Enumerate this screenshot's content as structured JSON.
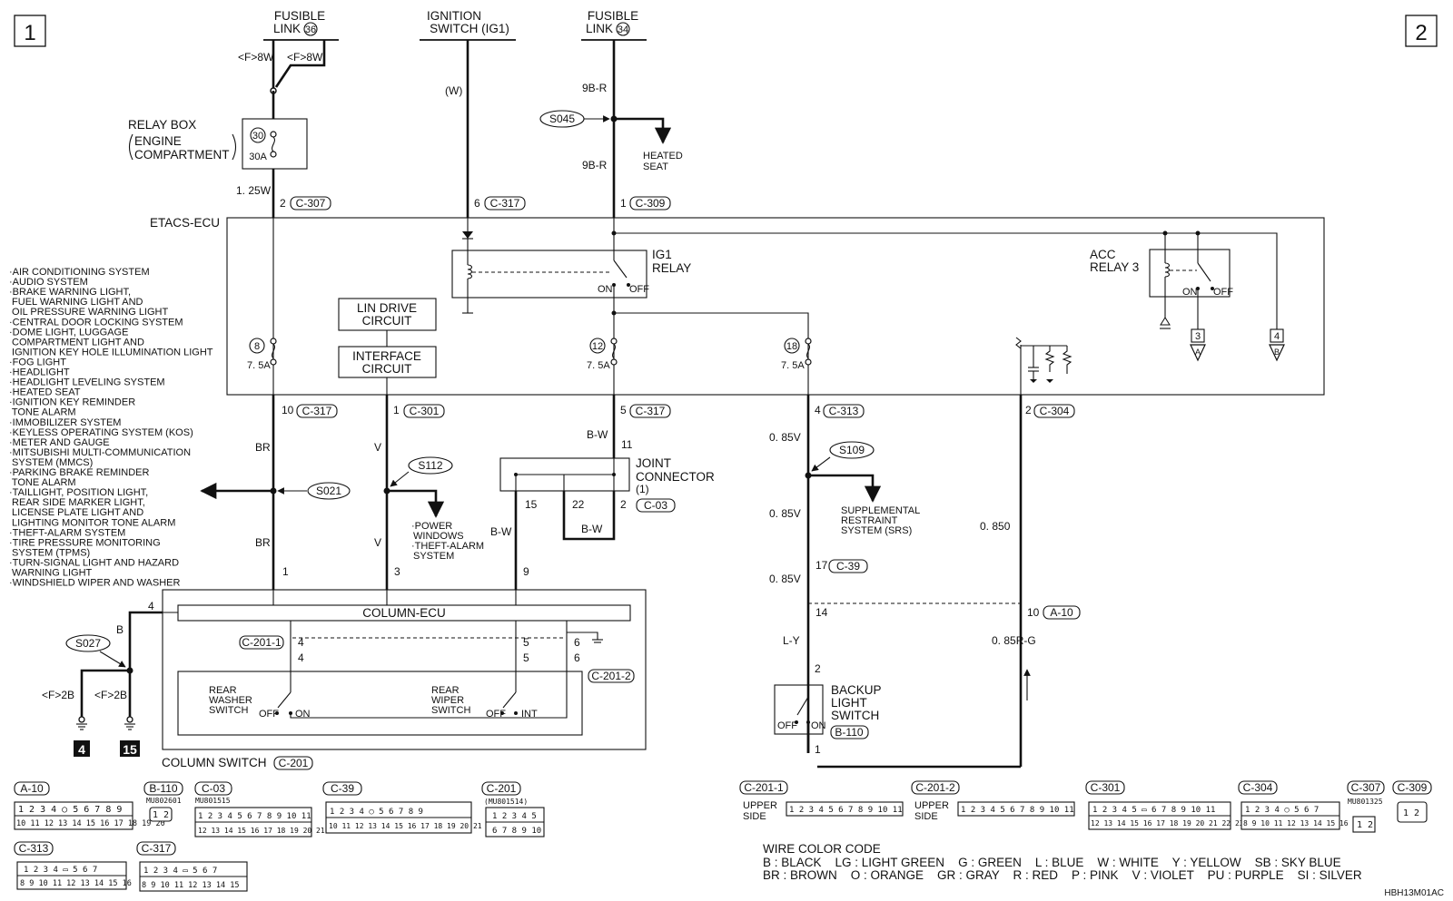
{
  "page_markers": {
    "left": "1",
    "right": "2"
  },
  "sources": {
    "fusible_link_36": {
      "line1": "FUSIBLE",
      "line2": "LINK",
      "num": "36"
    },
    "ignition_switch": {
      "line1": "IGNITION",
      "line2": "SWITCH (IG1)"
    },
    "fusible_link_34": {
      "line1": "FUSIBLE",
      "line2": "LINK",
      "num": "34"
    }
  },
  "wire_labels": {
    "f8w_left": "<F>8W",
    "f8w_right": "<F>8W",
    "w_ign": "(W)",
    "w9br_top": "9B-R",
    "w9br_bottom": "9B-R",
    "w125": "1. 25W",
    "br_1": "BR",
    "br_2": "BR",
    "v_1": "V",
    "v_2": "V",
    "bw_1": "B-W",
    "bw_2": "B-W",
    "bw_3": "B-W",
    "v085_1": "0. 85V",
    "v085_2": "0. 85V",
    "v085_3": "0. 85V",
    "o085": "0. 850",
    "ly": "L-Y",
    "rg085": "0. 85R-G",
    "b": "B",
    "f2b_left": "<F>2B",
    "f2b_right": "<F>2B"
  },
  "splices": {
    "s045": "S045",
    "s021": "S021",
    "s112": "S112",
    "s109": "S109",
    "s027": "S027"
  },
  "relay_box": {
    "line1": "RELAY BOX",
    "line2": "ENGINE",
    "line3": "COMPARTMENT",
    "fuse_num": "30",
    "fuse_amp": "30A"
  },
  "heated_seat": {
    "line1": "HEATED",
    "line2": "SEAT"
  },
  "etacs": {
    "title": "ETACS-ECU",
    "ig1_relay": {
      "line1": "IG1",
      "line2": "RELAY",
      "on": "ON",
      "off": "OFF"
    },
    "acc_relay": {
      "line1": "ACC",
      "line2": "RELAY 3",
      "on": "ON",
      "off": "OFF"
    },
    "lin_drive": {
      "line1": "LIN DRIVE",
      "line2": "CIRCUIT"
    },
    "interface": {
      "line1": "INTERFACE",
      "line2": "CIRCUIT"
    },
    "fuse8": {
      "num": "8",
      "amp": "7. 5A"
    },
    "fuse12": {
      "num": "12",
      "amp": "7. 5A"
    },
    "fuse18": {
      "num": "18",
      "amp": "7. 5A"
    },
    "to3": {
      "num": "3",
      "letter": "A"
    },
    "to4": {
      "num": "4",
      "letter": "B"
    }
  },
  "pins": {
    "c307": {
      "pin": "2",
      "conn": "C-307"
    },
    "c317_top": {
      "pin": "6",
      "conn": "C-317"
    },
    "c309": {
      "pin": "1",
      "conn": "C-309"
    },
    "c317_a": {
      "pin": "10",
      "conn": "C-317"
    },
    "c301": {
      "pin": "1",
      "conn": "C-301"
    },
    "c317_b": {
      "pin": "5",
      "conn": "C-317"
    },
    "c313": {
      "pin": "4",
      "conn": "C-313"
    },
    "c304": {
      "pin": "2",
      "conn": "C-304"
    },
    "jc_11": "11",
    "jc_15": "15",
    "jc_22": "22",
    "jc_2": "2",
    "c03": "C-03",
    "c39": {
      "pin": "17",
      "conn": "C-39"
    },
    "p14": "14",
    "a10": {
      "pin": "10",
      "conn": "A-10"
    },
    "p1_br": "1",
    "p3_v": "3",
    "p9_bw": "9",
    "p4_b": "4",
    "c2011": "C-201-1",
    "c2012": "C-201-2",
    "p4a": "4",
    "p4b": "4",
    "p5a": "5",
    "p5b": "5",
    "p6a": "6",
    "p6b": "6",
    "p2_bl": "2",
    "p1_bl": "1",
    "b110": "B-110"
  },
  "joint_connector": {
    "line1": "JOINT",
    "line2": "CONNECTOR",
    "line3": "(1)"
  },
  "srs": {
    "line1": "SUPPLEMENTAL",
    "line2": "RESTRAINT",
    "line3": "SYSTEM (SRS)"
  },
  "power_windows": {
    "line1": "·POWER",
    "line2": "WINDOWS",
    "line3": "·THEFT-ALARM",
    "line4": "SYSTEM"
  },
  "systems_list": [
    "·AIR CONDITIONING SYSTEM",
    "·AUDIO SYSTEM",
    "·BRAKE WARNING LIGHT,",
    " FUEL WARNING LIGHT AND",
    " OIL PRESSURE WARNING LIGHT",
    "·CENTRAL DOOR LOCKING SYSTEM",
    "·DOME LIGHT, LUGGAGE",
    " COMPARTMENT LIGHT AND",
    " IGNITION KEY HOLE ILLUMINATION LIGHT",
    "·FOG LIGHT",
    "·HEADLIGHT",
    "·HEADLIGHT LEVELING SYSTEM",
    "·HEATED SEAT",
    "·IGNITION KEY REMINDER",
    " TONE ALARM",
    "·IMMOBILIZER SYSTEM",
    "·KEYLESS OPERATING SYSTEM (KOS)",
    "·METER AND GAUGE",
    "·MITSUBISHI MULTI-COMMUNICATION",
    " SYSTEM (MMCS)",
    "·PARKING BRAKE REMINDER",
    " TONE ALARM",
    "·TAILLIGHT, POSITION LIGHT,",
    " REAR SIDE MARKER LIGHT,",
    " LICENSE PLATE LIGHT AND",
    " LIGHTING MONITOR TONE ALARM",
    "·THEFT-ALARM SYSTEM",
    "·TIRE PRESSURE MONITORING",
    " SYSTEM (TPMS)",
    "·TURN-SIGNAL LIGHT AND HAZARD",
    " WARNING LIGHT",
    "·WINDSHIELD WIPER AND WASHER"
  ],
  "column": {
    "ecu": "COLUMN-ECU",
    "switch_title": "COLUMN SWITCH",
    "switch_conn": "C-201",
    "washer": {
      "line1": "REAR",
      "line2": "WASHER",
      "line3": "SWITCH",
      "off": "OFF",
      "on": "ON"
    },
    "wiper": {
      "line1": "REAR",
      "line2": "WIPER",
      "line3": "SWITCH",
      "off": "OFF",
      "int": "INT"
    }
  },
  "grounds": {
    "g4": "4",
    "g15": "15"
  },
  "backup": {
    "line1": "BACKUP",
    "line2": "LIGHT",
    "line3": "SWITCH",
    "off": "OFF",
    "on": "ON"
  },
  "connectors": {
    "a10": {
      "name": "A-10",
      "row1": "1 2 3 4 ○ 5 6 7 8 9",
      "row2": "10 11 12 13 14 15 16 17 18 19 20"
    },
    "b110": {
      "name": "B-110",
      "part": "MU802601",
      "row1": "1 2"
    },
    "c03": {
      "name": "C-03",
      "part": "MU801515",
      "row1": "1 2 3 4 5 6 7 8 9 10 11",
      "row2": "12 13 14 15 16 17 18 19 20 21 22"
    },
    "c39": {
      "name": "C-39",
      "row1": "1 2 3 4 ○ 5 6 7 8 9",
      "row2": "10 11 12 13 14 15 16 17 18 19 20 21 22"
    },
    "c201": {
      "name": "C-201",
      "part": "(MU801514)",
      "row1": "1 2 3 4 5",
      "row2": "6 7 8 9 10"
    },
    "c313": {
      "name": "C-313",
      "row1": "1 2 3 4 ▭ 5 6 7",
      "row2": "8 9 10 11 12 13 14 15 16"
    },
    "c317": {
      "name": "C-317",
      "row1": "1 2 3 4 ▭ 5 6 7",
      "row2": "8 9 10 11 12 13 14 15"
    },
    "c2011": {
      "name": "C-201-1",
      "side1": "UPPER",
      "side2": "SIDE",
      "row1": "1 2 3 4 5 6 7 8 9 10 11"
    },
    "c2012": {
      "name": "C-201-2",
      "side1": "UPPER",
      "side2": "SIDE",
      "row1": "1 2 3 4 5 6 7 8 9 10 11"
    },
    "c301": {
      "name": "C-301",
      "row1": "1 2 3 4 5 ▭ 6 7 8 9 10 11",
      "row2": "12 13 14 15 16 17 18 19 20 21 22 23 24"
    },
    "c304": {
      "name": "C-304",
      "row1": "1 2 3 4 ○ 5 6 7",
      "row2": "8 9 10 11 12 13 14 15 16"
    },
    "c307": {
      "name": "C-307",
      "part": "MU801325",
      "row1": "1 2"
    },
    "c309": {
      "name": "C-309",
      "row1": "1 2"
    }
  },
  "wire_color_code": {
    "title": "WIRE COLOR CODE",
    "line1": "B : BLACK    LG : LIGHT GREEN    G : GREEN    L : BLUE    W : WHITE    Y : YELLOW    SB : SKY BLUE",
    "line2": "BR : BROWN    O : ORANGE    GR : GRAY    R : RED    P : PINK    V : VIOLET    PU : PURPLE    SI : SILVER"
  },
  "diagram_code": "HBH13M01AC"
}
